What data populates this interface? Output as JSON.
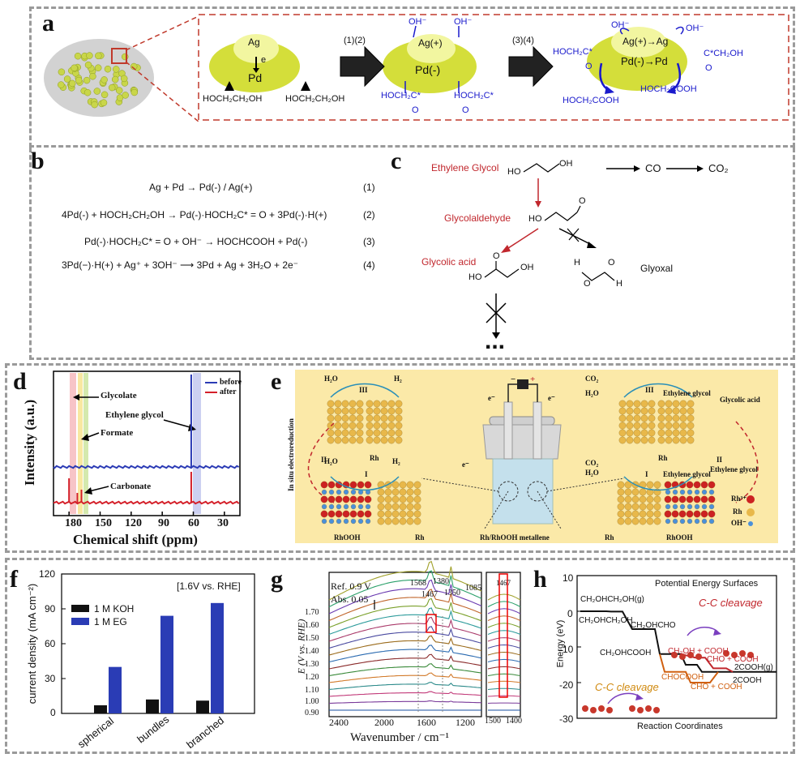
{
  "panel_labels": {
    "a": "a",
    "b": "b",
    "c": "c",
    "d": "d",
    "e": "e",
    "f": "f",
    "g": "g",
    "h": "h"
  },
  "panel_a": {
    "stage1": {
      "ag": "Ag",
      "e": "e",
      "pd": "Pd",
      "left_reactant": "HOCH₂CH₂OH",
      "right_reactant": "HOCH₂CH₂OH"
    },
    "arrow1_label": "(1)(2)",
    "stage2": {
      "oh_left": "OH⁻",
      "oh_right": "OH⁻",
      "ag": "Ag(+)",
      "pd": "Pd(-)",
      "left_int": "HOCH₂C*",
      "right_int": "HOCH₂C*",
      "o_left": "O",
      "o_right": "O"
    },
    "arrow2_label": "(3)(4)",
    "stage3": {
      "oh_left": "OH⁻",
      "oh_right": "OH⁻",
      "ag": "Ag(+)→Ag",
      "pd": "Pd(-)→Pd",
      "left_int": "HOCH₂C*",
      "right_int": "C*CH₂OH",
      "o_left": "O",
      "o_right": "O",
      "prod_left": "HOCH₂COOH",
      "prod_right": "HOCH₂COOH"
    }
  },
  "panel_b": {
    "equations": [
      {
        "text": "Ag + Pd → Pd(-) / Ag(+)",
        "num": "(1)"
      },
      {
        "text": "4Pd(-) + HOCH₂CH₂OH → Pd(-)·HOCH₂C* = O + 3Pd(-)·H(+)",
        "num": "(2)"
      },
      {
        "text": "Pd(-)·HOCH₂C* = O + OH⁻ → HOCHCOOH + Pd(-)",
        "num": "(3)"
      },
      {
        "text": "3Pd(−)·H(+) + Ag⁺ + 3OH⁻ ⟶ 3Pd + Ag + 3H₂O + 2e⁻",
        "num": "(4)"
      }
    ]
  },
  "panel_c": {
    "ethylene_glycol": "Ethylene Glycol",
    "ho_left": "HO",
    "oh_right": "OH",
    "co": "CO",
    "co2": "CO₂",
    "glycolaldehyde": "Glycolaldehyde",
    "ho_ga": "HO",
    "o_ga": "O",
    "glycolic_acid": "Glycolic acid",
    "ho_gla": "HO",
    "oh_gla": "OH",
    "o_gla": "O",
    "h1": "H",
    "h2": "H",
    "o1": "O",
    "o2": "O",
    "glyoxal": "Glyoxal",
    "ellipsis": "..."
  },
  "panel_d": {
    "ylabel": "Intensity (a.u.)",
    "xlabel": "Chemical shift (ppm)",
    "xticks": [
      "180",
      "150",
      "120",
      "90",
      "60",
      "30"
    ],
    "legend": [
      {
        "name": "before",
        "color": "#2b3bb5"
      },
      {
        "name": "after",
        "color": "#d4202a"
      }
    ],
    "annotations": {
      "glycolate": "Glycolate",
      "formate": "Formate",
      "ethylene_glycol": "Ethylene glycol",
      "carbonate": "Carbonate"
    }
  },
  "panel_e": {
    "h2o_a": "H₂O",
    "h2_a": "H₂",
    "iii_a": "III",
    "ii_a": "II",
    "rh_a": "Rh",
    "h2o_b": "H₂O",
    "h2_b": "H₂",
    "i_a": "I",
    "in_situ": "In situ electroreduction",
    "rhooh_a": "RhOOH",
    "rh_b": "Rh",
    "electrolyzer": "Rh/RhOOH metallene",
    "e_left": "e⁻",
    "e_right": "e⁻",
    "e_mid": "e⁻",
    "minus": "−",
    "plus": "+",
    "co2_a": "CO₂",
    "h2o_c": "H₂O",
    "iii_b": "III",
    "eg_a": "Ethylene glycol",
    "rh_c": "Rh",
    "co2_b": "CO₂",
    "h2o_d": "H₂O",
    "i_b": "I",
    "eg_b": "Ethylene glycol",
    "ii_b": "II",
    "rh_d": "Rh",
    "rhooh_b": "RhOOH",
    "glycolic_acid": "Glycolic acid",
    "eg_c": "Ethylene glycol",
    "legend": [
      {
        "name": "Rh³⁺",
        "color": "#cc2222"
      },
      {
        "name": "Rh",
        "color": "#e8b84a"
      },
      {
        "name": "OH⁻",
        "color": "#4a90d9"
      }
    ]
  },
  "panel_f": {
    "ylabel": "current density (mA cm⁻²)",
    "note": "[1.6V vs. RHE]",
    "yticks": [
      "0",
      "30",
      "60",
      "90",
      "120"
    ],
    "legend": [
      {
        "name": "1 M KOH",
        "color": "#111111"
      },
      {
        "name": "1 M EG",
        "color": "#2a3cb5"
      }
    ]
  },
  "panel_g": {
    "ylabel": "E (V vs. RHE)",
    "xlabel": "Wavenumber / cm⁻¹",
    "ref": "Ref. 0.9 V",
    "abs": "Abs. 0.05",
    "yticks": [
      "1.70",
      "1.60",
      "1.50",
      "1.40",
      "1.30",
      "1.20",
      "1.10",
      "1.00",
      "0.90"
    ],
    "xticks": [
      "2400",
      "2000",
      "1600",
      "1200"
    ],
    "inset_xticks": [
      "1500",
      "1400"
    ],
    "peaks": [
      "1568",
      "1467",
      "1380",
      "1350",
      "1085",
      "1467"
    ]
  },
  "panel_h": {
    "title": "Potential Energy Surfaces",
    "ylabel": "Energy (eV)",
    "xlabel": "Reaction Coordinates",
    "yticks": [
      "10",
      "0",
      "-10",
      "-20",
      "-30"
    ],
    "labels": {
      "eg_gas": "CH₂OHCH₂OH(g)",
      "eg": "CH₂OHCH₂OH",
      "choho": "CH₂OHCHO",
      "chocooh": "CH₂OHCOOH",
      "split1": "CH₂OH + COOH",
      "split2": "CHO + COOH",
      "twocooh_g": "2COOH(g)",
      "twocooh": "2COOH",
      "chocoh": "CHOCOOH",
      "cho_cooh": "CHO + COOH",
      "cc1": "C-C cleavage",
      "cc2": "C-C cleavage"
    }
  },
  "chart_data": [
    {
      "type": "bar",
      "title": "",
      "categories": [
        "spherical",
        "bundles",
        "branched"
      ],
      "series": [
        {
          "name": "1 M KOH",
          "values": [
            7,
            12,
            11
          ]
        },
        {
          "name": "1 M EG",
          "values": [
            40,
            84,
            95
          ]
        }
      ],
      "xlabel": "",
      "ylabel": "current density (mA cm⁻²)",
      "ylim": [
        0,
        120
      ]
    },
    {
      "type": "line",
      "title": "",
      "xlabel": "Wavenumber / cm⁻¹",
      "ylabel": "E (V vs. RHE)",
      "xlim": [
        2500,
        1100
      ],
      "series_potentials": [
        0.9,
        0.95,
        1.0,
        1.05,
        1.1,
        1.15,
        1.2,
        1.25,
        1.3,
        1.35,
        1.4,
        1.45,
        1.5,
        1.55,
        1.6,
        1.65,
        1.7
      ],
      "peaks": [
        1568,
        1467,
        1380,
        1350,
        1085
      ]
    },
    {
      "type": "line",
      "title": "Potential Energy Surfaces",
      "xlabel": "Reaction Coordinates",
      "ylabel": "Energy (eV)",
      "ylim": [
        -30,
        10
      ],
      "series": [
        {
          "name": "",
          "values": [
            0,
            0,
            -5,
            -5,
            -12,
            -12,
            -15,
            -15,
            -17,
            -17
          ]
        },
        {
          "name": "",
          "values": [
            -12,
            -12,
            -16,
            -16,
            -19,
            -19
          ]
        }
      ]
    }
  ]
}
